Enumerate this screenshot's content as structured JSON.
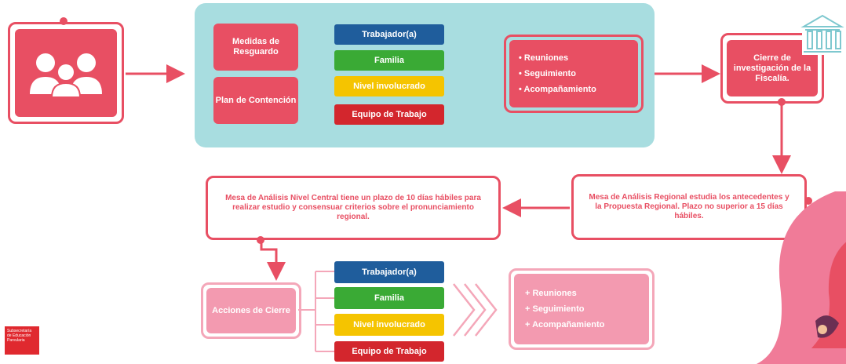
{
  "top": {
    "medidas": "Medidas de Resguardo",
    "plan": "Plan de Contención",
    "tags": [
      "Trabajador(a)",
      "Familia",
      "Nivel involucrado",
      "Equipo de Trabajo"
    ],
    "actions": [
      "• Reuniones",
      "• Seguimiento",
      "• Acompañamiento"
    ],
    "cierre_fiscalia": "Cierre de investigación de la Fiscalía."
  },
  "middle": {
    "regional": "Mesa de Análisis Regional estudia los antecedentes y la Propuesta Regional. Plazo no superior a 15 días hábiles.",
    "central": "Mesa de Análisis Nivel Central tiene un plazo de 10 días hábiles para realizar estudio y consensuar criterios sobre el pronunciamiento regional."
  },
  "bottom": {
    "acciones": "Acciones de Cierre",
    "tags": [
      "Trabajador(a)",
      "Familia",
      "Nivel involucrado",
      "Equipo de Trabajo"
    ],
    "actions": [
      "+ Reuniones",
      "+ Seguimiento",
      "+ Acompañamiento"
    ]
  },
  "colors": {
    "red": "#e84f63",
    "teal": "#a8dde0",
    "navy": "#1f5d9c",
    "green": "#3aaa35",
    "yellow": "#f5c400",
    "darkred": "#d3262d",
    "pink": "#f07b98"
  },
  "logo": {
    "text": "Subsecretaría de Educación Parvularia"
  }
}
